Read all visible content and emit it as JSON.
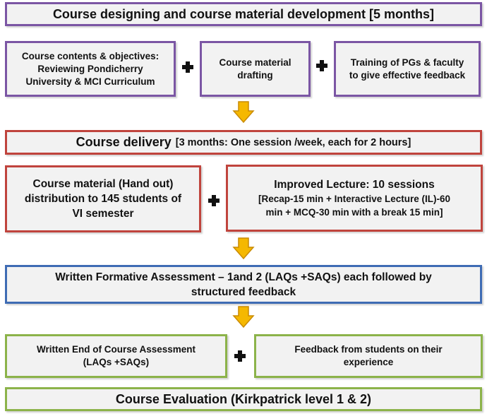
{
  "colors": {
    "purple": "#7b56a4",
    "red": "#c0443d",
    "blue": "#3f6cb4",
    "green": "#8cb34a",
    "arrow_fill": "#f5b800",
    "arrow_stroke": "#c98a00",
    "box_fill": "#f2f2f2"
  },
  "phase1": {
    "title": "Course designing and course material development [5 months]",
    "items": [
      "Course contents & objectives:\nReviewing Pondicherry\nUniversity & MCI Curriculum",
      "Course material\ndrafting",
      "Training of PGs & faculty\nto give effective feedback"
    ]
  },
  "phase2": {
    "title_main": "Course delivery",
    "title_detail": "[3 months: One session /week, each for 2 hours]",
    "items": [
      "Course material (Hand out)\ndistribution to 145 students of\nVI semester",
      "Improved Lecture: 10 sessions",
      "[Recap-15 min + Interactive Lecture (IL)-60\nmin + MCQ-30 min with a break 15 min]"
    ]
  },
  "phase3": {
    "title": "Written Formative Assessment – 1and 2 (LAQs +SAQs) each followed by\nstructured feedback"
  },
  "phase4": {
    "items": [
      "Written End of Course Assessment\n(LAQs +SAQs)",
      "Feedback from students on their\nexperience"
    ]
  },
  "phase5": {
    "title": "Course Evaluation (Kirkpatrick level 1 & 2)"
  }
}
